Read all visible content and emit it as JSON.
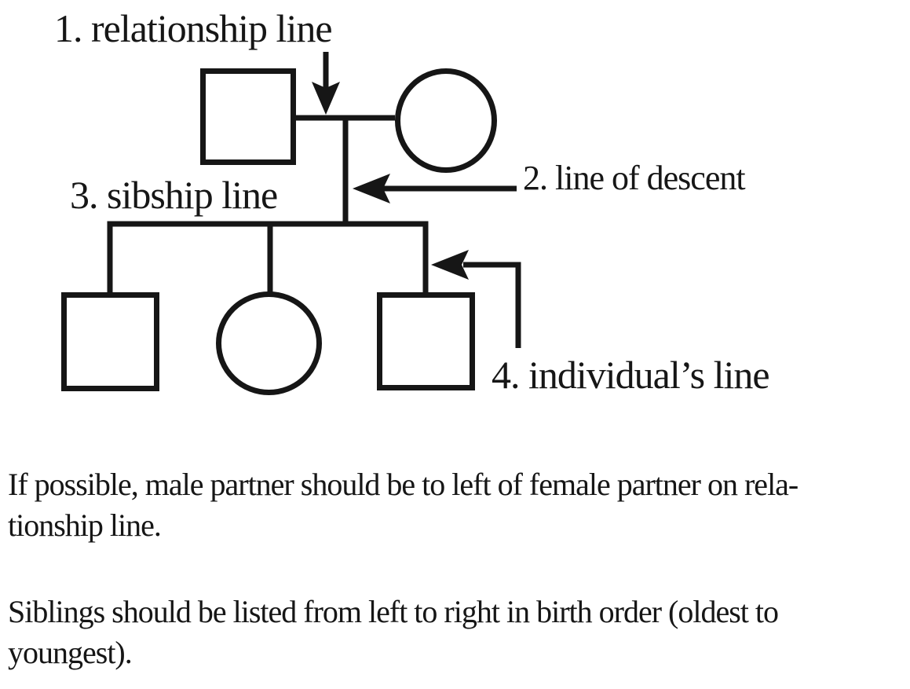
{
  "figure": {
    "labels": {
      "relationship_line": "1. relationship line",
      "line_of_descent": "2. line of descent",
      "sibship_line": "3. sibship line",
      "individuals_line": "4. individual’s line"
    }
  },
  "notes": [
    {
      "lines": [
        "If possible, male partner should be to left of female partner on rela-",
        "tionship line."
      ]
    },
    {
      "lines": [
        "Siblings should be listed from left to right in birth order (oldest to",
        "youngest)."
      ]
    }
  ],
  "colors": {
    "ink": "#161616",
    "background": "#ffffff"
  }
}
